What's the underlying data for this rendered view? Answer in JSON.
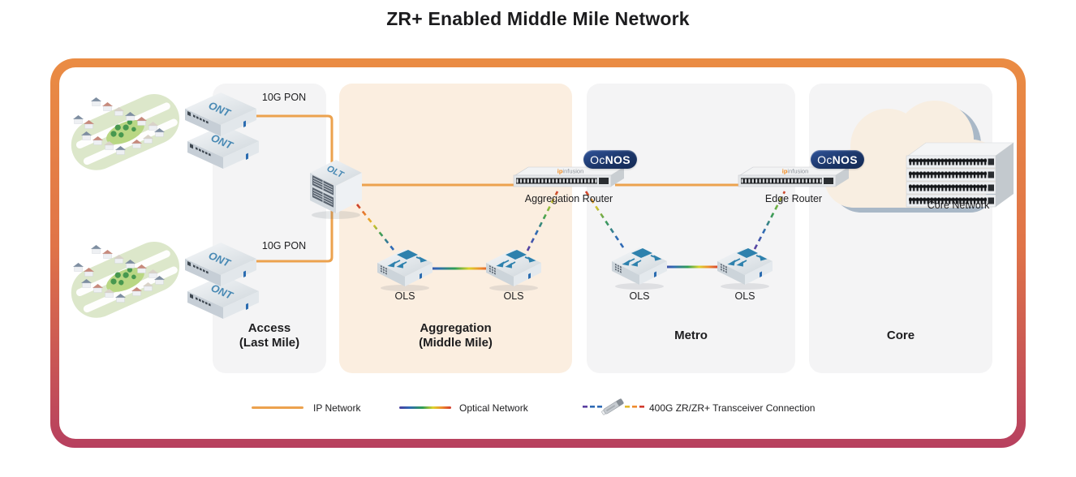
{
  "title": "ZR+ Enabled Middle Mile Network",
  "zones": {
    "access": {
      "name": "Access",
      "sub": "(Last Mile)"
    },
    "aggregation": {
      "name": "Aggregation",
      "sub": "(Middle Mile)"
    },
    "metro": {
      "name": "Metro"
    },
    "core": {
      "name": "Core"
    }
  },
  "devices": {
    "ont_label": "ONT",
    "olt_label": "OLT",
    "ols_label": "OLS",
    "aggregation_router_label": "Aggregation Router",
    "edge_router_label": "Edge Router",
    "core_network_label": "Core Network",
    "ocnos_prefix": "Oc",
    "ocnos_suffix": "NOS",
    "ipinfusion_prefix": "ip",
    "ipinfusion_suffix": "infusion"
  },
  "links": {
    "pon_label": "10G PON"
  },
  "legend": {
    "ip_network": "IP Network",
    "optical_network": "Optical Network",
    "transceiver_connection": "400G ZR/ZR+ Transceiver Connection"
  },
  "colors": {
    "frame_gradient_top": "#ea8c44",
    "frame_gradient_bottom": "#b7405f",
    "ip_line_orange": "#eca24e",
    "aggregation_zone_bg": "#fbeee0",
    "zone_bg": "#f4f4f5",
    "ocnos_navy": "#1c3669",
    "ipinfusion_orange": "#f08a1e",
    "device_blue": "#2e81ad"
  }
}
